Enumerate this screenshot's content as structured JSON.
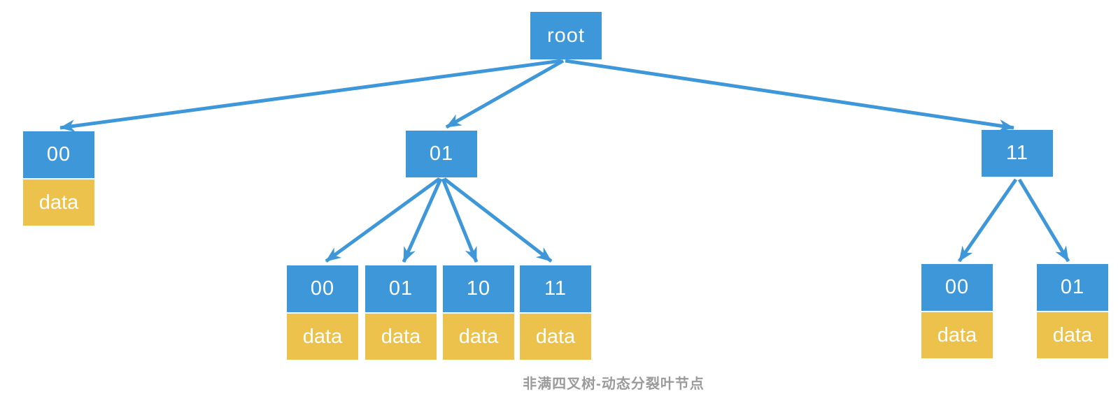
{
  "colors": {
    "node_blue": "#3E97D9",
    "node_yellow": "#ECC24D",
    "arrow_blue": "#3E97D9",
    "caption_gray": "#9B9B9B"
  },
  "caption": "非满四叉树-动态分裂叶节点",
  "tree": {
    "root": {
      "label": "root"
    },
    "children": [
      {
        "label": "00",
        "data": "data"
      },
      {
        "label": "01",
        "children": [
          {
            "label": "00",
            "data": "data"
          },
          {
            "label": "01",
            "data": "data"
          },
          {
            "label": "10",
            "data": "data"
          },
          {
            "label": "11",
            "data": "data"
          }
        ]
      },
      {
        "label": "11",
        "children": [
          {
            "label": "00",
            "data": "data"
          },
          {
            "label": "01",
            "data": "data"
          }
        ]
      }
    ]
  }
}
